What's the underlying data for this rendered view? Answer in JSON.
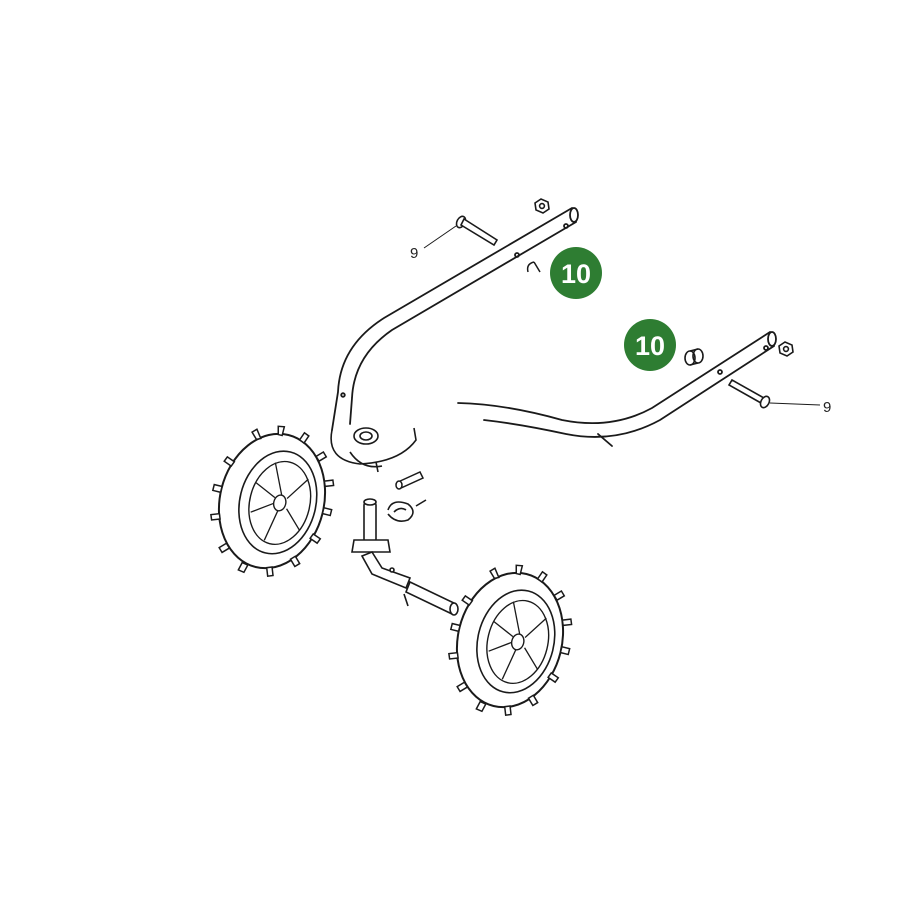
{
  "diagram": {
    "callouts": [
      {
        "id": "bolt-left",
        "label": "9"
      },
      {
        "id": "bolt-right",
        "label": "9"
      }
    ],
    "badges": [
      {
        "id": "spacer-left",
        "label": "10"
      },
      {
        "id": "spacer-right",
        "label": "10"
      }
    ],
    "colors": {
      "badge_fill": "#2e7d32",
      "line": "#1a1a1a",
      "background": "#ffffff"
    }
  }
}
